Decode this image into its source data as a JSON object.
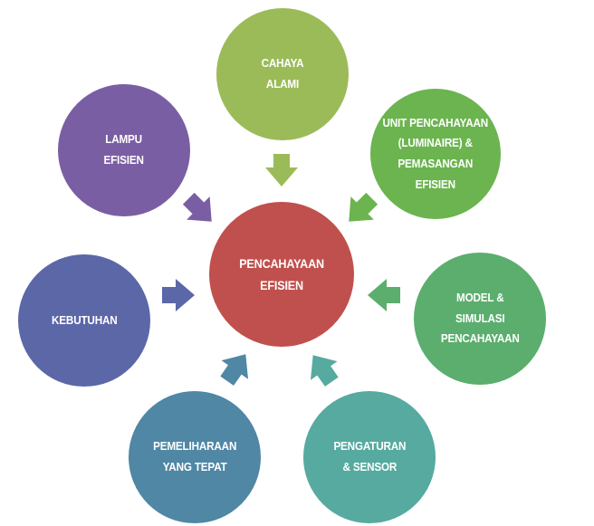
{
  "center": {
    "label": "PENCAHAYAAN\nEFISIEN",
    "color": "#C0504D"
  },
  "nodes": [
    {
      "id": "cahaya-alami",
      "label": "CAHAYA\nALAMI",
      "color": "#9BBB59",
      "arrow_color": "#9BBB59"
    },
    {
      "id": "unit-pencahayaan",
      "label": "UNIT PENCAHAYAAN\n(LUMINAIRE) &\nPEMASANGAN\nEFISIEN",
      "color": "#6BB44F",
      "arrow_color": "#6BB44F"
    },
    {
      "id": "model-simulasi",
      "label": "MODEL &\nSIMULASI\nPENCAHAYAAN",
      "color": "#5BAE6E",
      "arrow_color": "#5BAE6E"
    },
    {
      "id": "pengaturan-sensor",
      "label": "PENGATURAN\n& SENSOR",
      "color": "#56AAA0",
      "arrow_color": "#56AAA0"
    },
    {
      "id": "pemeliharaan",
      "label": "PEMELIHARAAN\nYANG TEPAT",
      "color": "#4F87A5",
      "arrow_color": "#4F87A5"
    },
    {
      "id": "kebutuhan",
      "label": "KEBUTUHAN",
      "color": "#5C67A8",
      "arrow_color": "#5C67A8"
    },
    {
      "id": "lampu-efisien",
      "label": "LAMPU\nEFISIEN",
      "color": "#7A5EA4",
      "arrow_color": "#7A5EA4"
    }
  ]
}
